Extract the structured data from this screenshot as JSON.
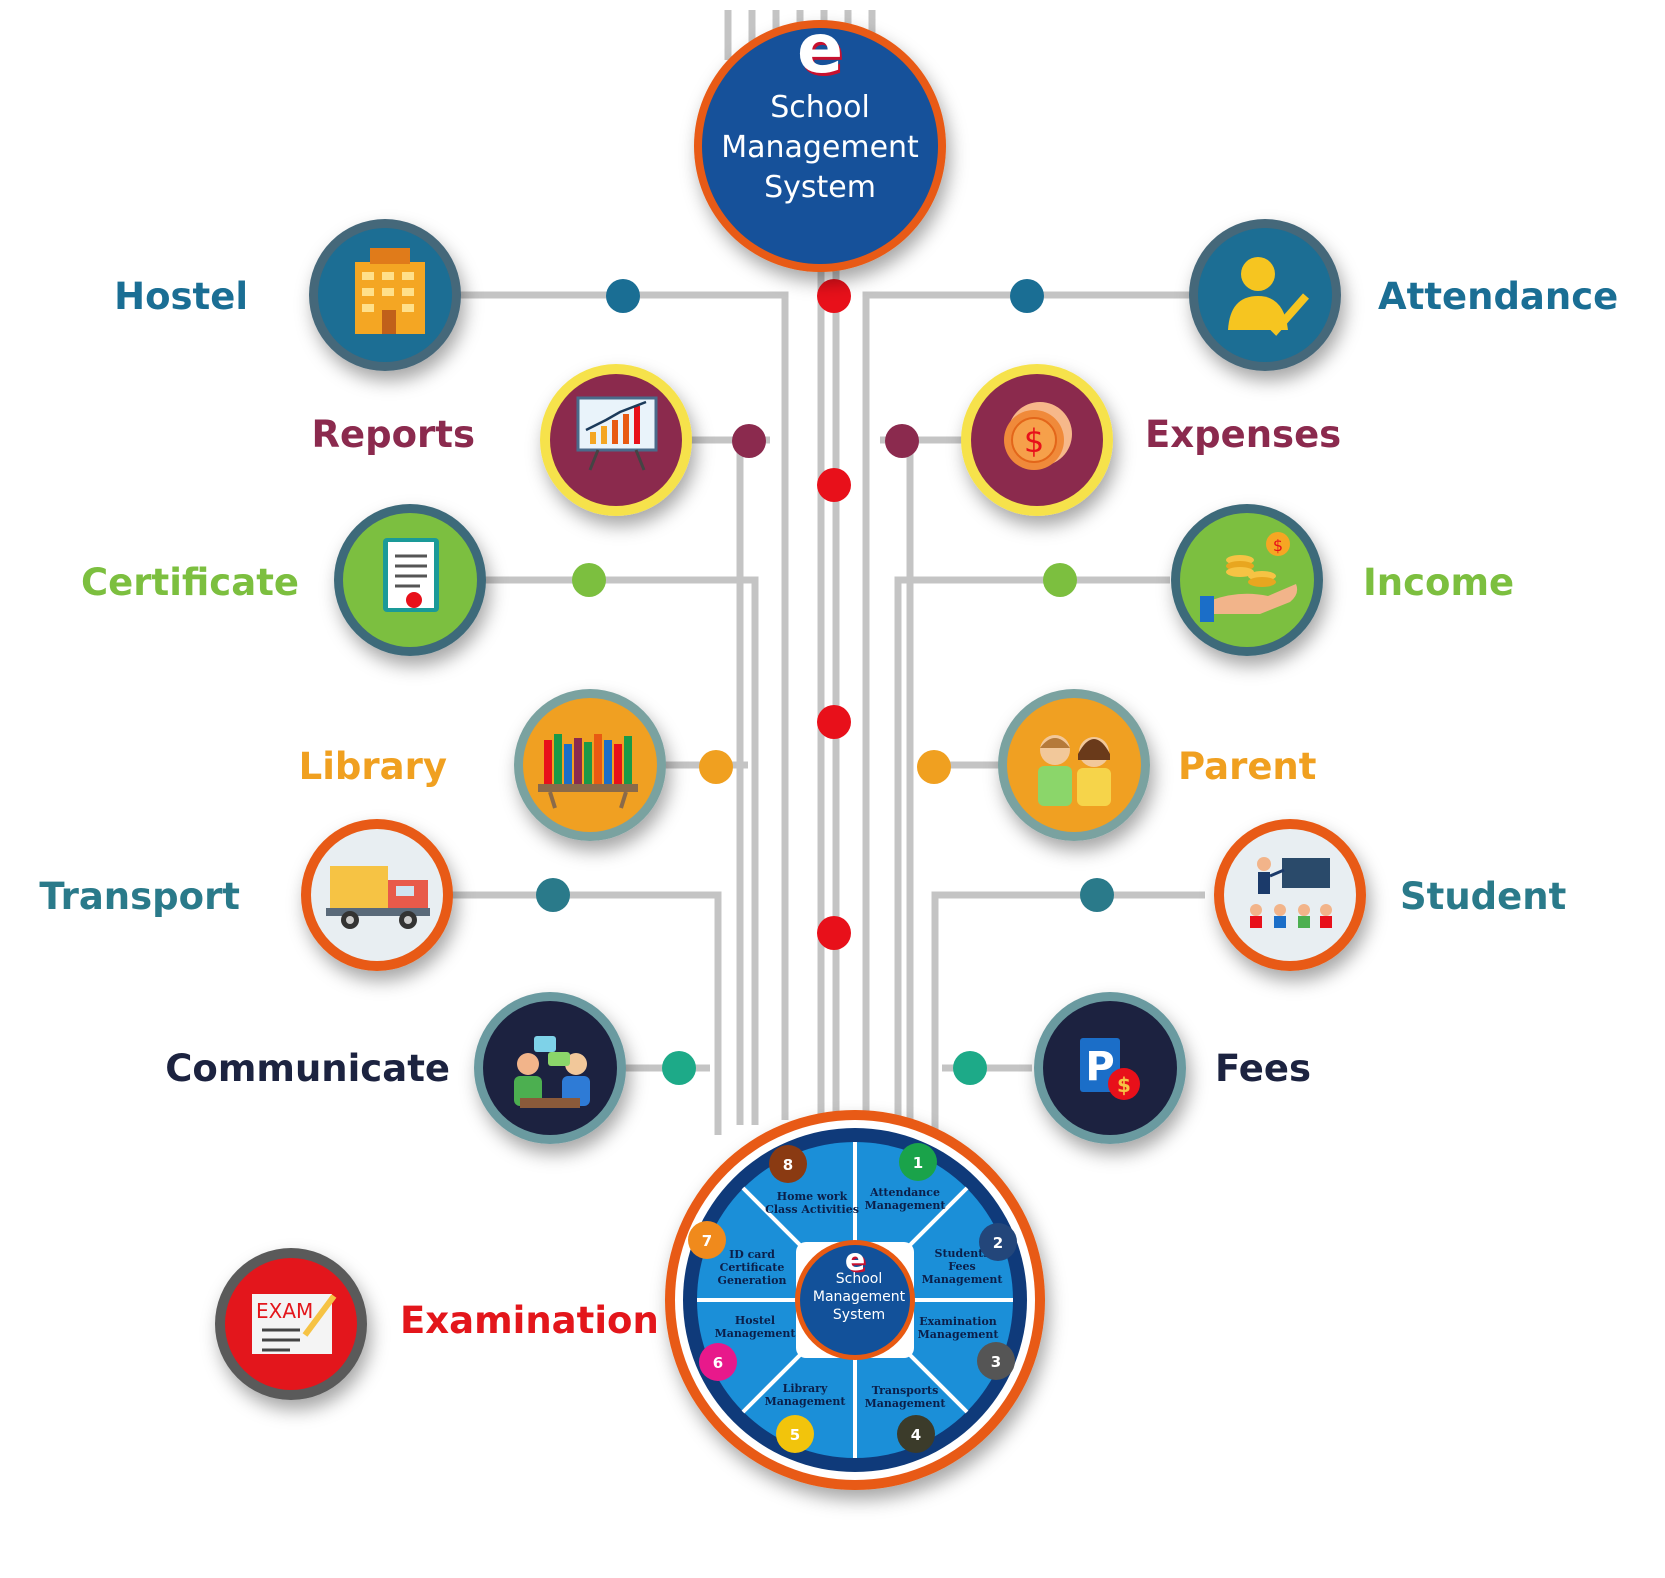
{
  "hub": {
    "logo_letter": "e",
    "title_lines": [
      "School",
      "Management",
      "System"
    ]
  },
  "modules_left": [
    {
      "label": "Hostel",
      "color": "#1a6e94",
      "icon": "building-icon"
    },
    {
      "label": "Reports",
      "color": "#8b2a4e",
      "icon": "growth-chart-board-icon"
    },
    {
      "label": "Certificate",
      "color": "#7cbf3f",
      "icon": "certificate-icon"
    },
    {
      "label": "Library",
      "color": "#f0a020",
      "icon": "bookshelf-icon"
    },
    {
      "label": "Transport",
      "color": "#2a7a8a",
      "icon": "delivery-truck-icon"
    },
    {
      "label": "Communicate",
      "color": "#1c2340",
      "icon": "people-chat-icon"
    },
    {
      "label": "Examination",
      "color": "#e3161b",
      "icon": "exam-sheet-icon"
    }
  ],
  "modules_right": [
    {
      "label": "Attendance",
      "color": "#1a6e94",
      "icon": "person-check-icon"
    },
    {
      "label": "Expenses",
      "color": "#8b2a4e",
      "icon": "dollar-coin-icon"
    },
    {
      "label": "Income",
      "color": "#7cbf3f",
      "icon": "hand-money-icon"
    },
    {
      "label": "Parent",
      "color": "#f0a020",
      "icon": "parents-icon"
    },
    {
      "label": "Student",
      "color": "#2a7a8a",
      "icon": "classroom-teacher-icon"
    },
    {
      "label": "Fees",
      "color": "#1c2340",
      "icon": "payment-icon"
    }
  ],
  "wheel": {
    "center_letter": "e",
    "center_lines": [
      "School",
      "Management",
      "System"
    ],
    "segments": [
      {
        "num": "1",
        "lines": [
          "Attendance",
          "Management"
        ],
        "color": "#1aa34a"
      },
      {
        "num": "2",
        "lines": [
          "Students",
          "Fees",
          "Management"
        ],
        "color": "#23467a"
      },
      {
        "num": "3",
        "lines": [
          "Examination",
          "Management"
        ],
        "color": "#555555"
      },
      {
        "num": "4",
        "lines": [
          "Transports",
          "Management"
        ],
        "color": "#3b3b2a"
      },
      {
        "num": "5",
        "lines": [
          "Library",
          "Management"
        ],
        "color": "#f2c40c"
      },
      {
        "num": "6",
        "lines": [
          "Hostel",
          "Management"
        ],
        "color": "#e8198b"
      },
      {
        "num": "7",
        "lines": [
          "ID card",
          "Certificate",
          "Generation"
        ],
        "color": "#f08a1c"
      },
      {
        "num": "8",
        "lines": [
          "Home work",
          "Class Activities"
        ],
        "color": "#8a3a12"
      }
    ]
  },
  "colors": {
    "hub_blue": "#12519a",
    "accent_orange": "#e85a12",
    "connector_gray": "#c4c4c4",
    "trunk_red_dot": "#e8101a",
    "wheel_blue": "#1b8fd8"
  }
}
